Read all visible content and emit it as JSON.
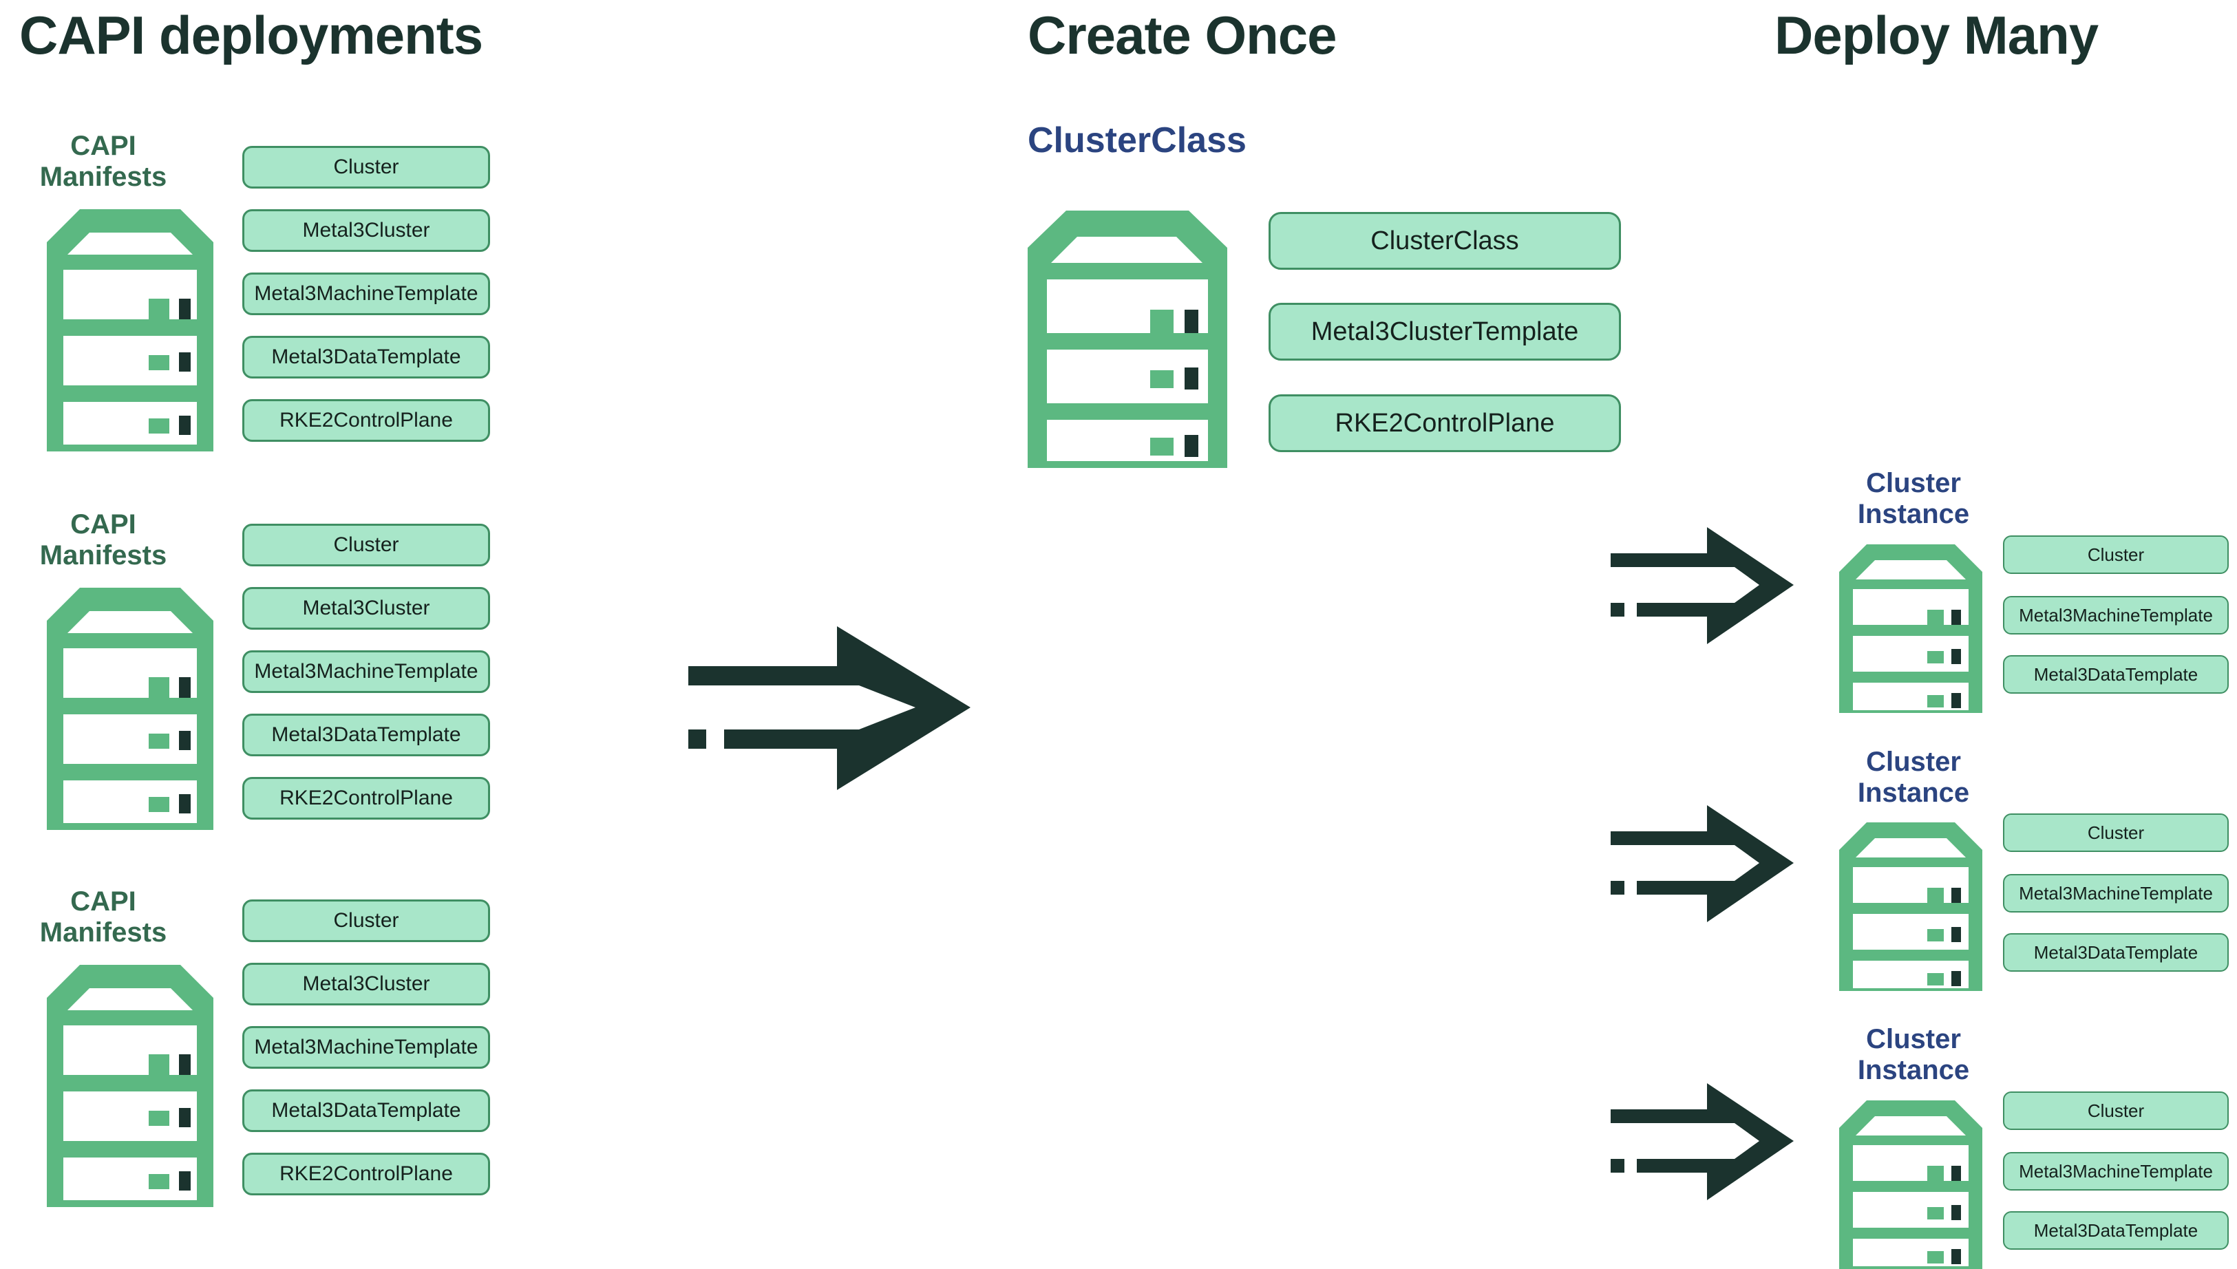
{
  "colors": {
    "title": "#1b332e",
    "label_green": "#34694f",
    "label_blue": "#2b4480",
    "pill_fill": "#a8e6c9",
    "pill_border": "#3f8f63",
    "rack_green": "#5cb881",
    "led_dark": "#1b332e",
    "arrow_dark": "#1b332e",
    "background": "#ffffff"
  },
  "columns": {
    "left": {
      "title": "CAPI deployments"
    },
    "middle": {
      "title": "Create Once"
    },
    "right": {
      "title": "Deploy Many"
    }
  },
  "capi_groups": [
    {
      "label": "CAPI\nManifests",
      "icon": "server-rack-icon",
      "resources": [
        "Cluster",
        "Metal3Cluster",
        "Metal3MachineTemplate",
        "Metal3DataTemplate",
        "RKE2ControlPlane"
      ]
    },
    {
      "label": "CAPI\nManifests",
      "icon": "server-rack-icon",
      "resources": [
        "Cluster",
        "Metal3Cluster",
        "Metal3MachineTemplate",
        "Metal3DataTemplate",
        "RKE2ControlPlane"
      ]
    },
    {
      "label": "CAPI\nManifests",
      "icon": "server-rack-icon",
      "resources": [
        "Cluster",
        "Metal3Cluster",
        "Metal3MachineTemplate",
        "Metal3DataTemplate",
        "RKE2ControlPlane"
      ]
    }
  ],
  "cluster_class": {
    "label": "ClusterClass",
    "icon": "server-rack-icon",
    "resources": [
      "ClusterClass",
      "Metal3ClusterTemplate",
      "RKE2ControlPlane"
    ]
  },
  "cluster_instances": [
    {
      "label": "Cluster\nInstance",
      "icon": "server-rack-icon",
      "resources": [
        "Cluster",
        "Metal3MachineTemplate",
        "Metal3DataTemplate"
      ]
    },
    {
      "label": "Cluster\nInstance",
      "icon": "server-rack-icon",
      "resources": [
        "Cluster",
        "Metal3MachineTemplate",
        "Metal3DataTemplate"
      ]
    },
    {
      "label": "Cluster\nInstance",
      "icon": "server-rack-icon",
      "resources": [
        "Cluster",
        "Metal3MachineTemplate",
        "Metal3DataTemplate"
      ]
    }
  ],
  "arrows": {
    "main": {
      "name": "transform-arrow-icon",
      "direction": "right",
      "style": "outline-dashed-tail"
    },
    "deploy": [
      {
        "name": "deploy-arrow-icon",
        "direction": "right",
        "style": "solid-dashed-tail"
      },
      {
        "name": "deploy-arrow-icon",
        "direction": "right",
        "style": "solid-dashed-tail"
      },
      {
        "name": "deploy-arrow-icon",
        "direction": "right",
        "style": "solid-dashed-tail"
      }
    ]
  }
}
